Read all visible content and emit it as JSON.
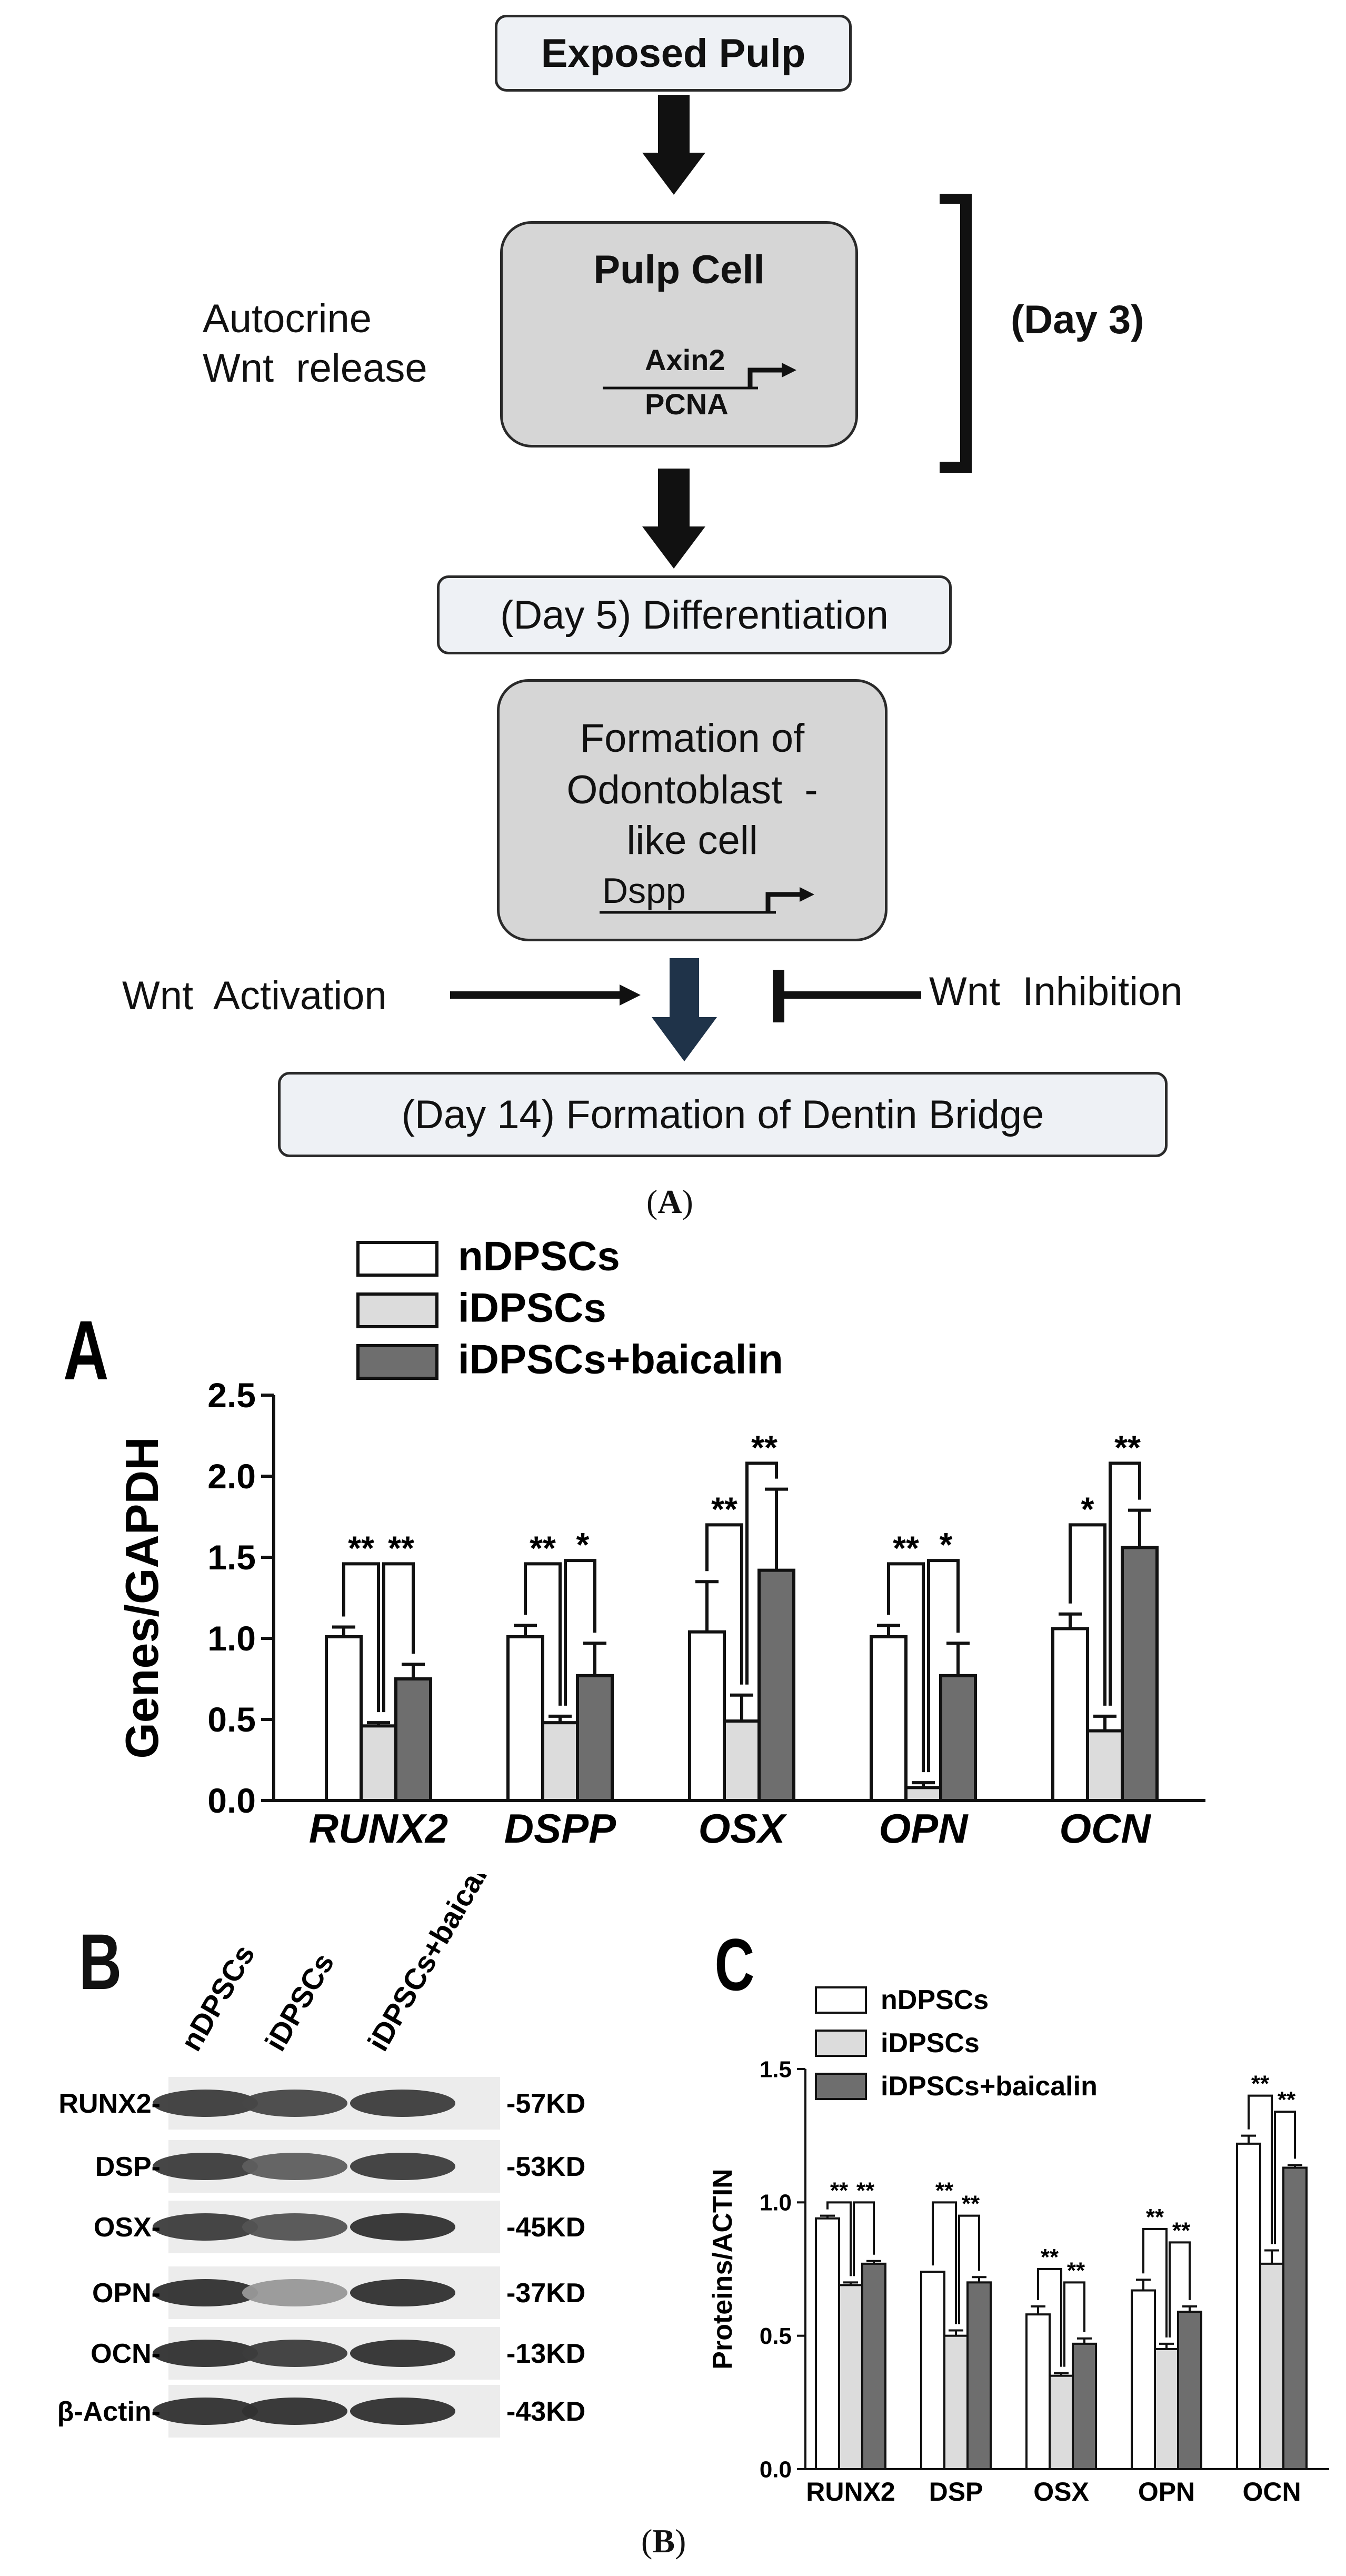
{
  "diagram": {
    "exposed_pulp": "Exposed Pulp",
    "pulp_cell": "Pulp Cell",
    "axin2": "Axin2",
    "pcna": "PCNA",
    "autocrine_line1": "Autocrine",
    "autocrine_line2": "Wnt  release",
    "day3": "(Day 3)",
    "day5": "(Day 5) Differentiation",
    "formation_line1": "Formation of",
    "formation_line2": "Odontoblast  -",
    "formation_line3": "like cell",
    "dspp": "Dspp",
    "wnt_activation": "Wnt  Activation",
    "wnt_inhibition": "Wnt  Inhibition",
    "day14": "(Day 14) Formation of Dentin Bridge",
    "caption_A_open": "(",
    "caption_A_letter": "A",
    "caption_A_close": ")"
  },
  "chart_data": [
    {
      "type": "bar",
      "panel": "A",
      "categories": [
        "RUNX2",
        "DSPP",
        "OSX",
        "OPN",
        "OCN"
      ],
      "series": [
        {
          "name": "nDPSCs",
          "values": [
            1.01,
            1.01,
            1.04,
            1.01,
            1.06
          ],
          "errors": [
            0.06,
            0.07,
            0.31,
            0.07,
            0.09
          ],
          "color": "#ffffff"
        },
        {
          "name": "iDPSCs",
          "values": [
            0.46,
            0.48,
            0.49,
            0.08,
            0.43
          ],
          "errors": [
            0.02,
            0.04,
            0.16,
            0.03,
            0.09
          ],
          "color": "#dcdcdc"
        },
        {
          "name": "iDPSCs+baicalin",
          "values": [
            0.75,
            0.77,
            1.42,
            0.77,
            1.56
          ],
          "errors": [
            0.09,
            0.2,
            0.5,
            0.2,
            0.23
          ],
          "color": "#6e6e6e"
        }
      ],
      "ylabel": "Genes/GAPDH",
      "ylim": [
        0,
        2.5
      ],
      "yticks": [
        "0.0",
        "0.5",
        "1.0",
        "1.5",
        "2.0",
        "2.5"
      ],
      "legend_position": "top",
      "significance": [
        {
          "left": "**",
          "right": "**"
        },
        {
          "left": "**",
          "right": "*"
        },
        {
          "left": "**",
          "right": "**"
        },
        {
          "left": "**",
          "right": "*"
        },
        {
          "left": "*",
          "right": "**"
        }
      ],
      "brackets": [
        {
          "left": 1.46,
          "right": 1.46
        },
        {
          "left": 1.46,
          "right": 1.48
        },
        {
          "left": 1.7,
          "right": 2.08
        },
        {
          "left": 1.46,
          "right": 1.48
        },
        {
          "left": 1.7,
          "right": 2.08
        }
      ]
    },
    {
      "type": "bar",
      "panel": "C",
      "categories": [
        "RUNX2",
        "DSP",
        "OSX",
        "OPN",
        "OCN"
      ],
      "series": [
        {
          "name": "nDPSCs",
          "values": [
            0.94,
            0.74,
            0.58,
            0.67,
            1.22
          ],
          "errors": [
            0.01,
            0.0,
            0.03,
            0.04,
            0.03
          ],
          "color": "#ffffff"
        },
        {
          "name": "iDPSCs",
          "values": [
            0.69,
            0.5,
            0.35,
            0.45,
            0.77
          ],
          "errors": [
            0.01,
            0.02,
            0.01,
            0.02,
            0.05
          ],
          "color": "#dcdcdc"
        },
        {
          "name": "iDPSCs+baicalin",
          "values": [
            0.77,
            0.7,
            0.47,
            0.59,
            1.13
          ],
          "errors": [
            0.01,
            0.02,
            0.02,
            0.02,
            0.01
          ],
          "color": "#6e6e6e"
        }
      ],
      "ylabel": "Proteins/ACTIN",
      "ylim": [
        0,
        1.5
      ],
      "yticks": [
        "0.0",
        "0.5",
        "1.0",
        "1.5"
      ],
      "legend_position": "top-left",
      "significance": [
        {
          "left": "**",
          "right": "**"
        },
        {
          "left": "**",
          "right": "**"
        },
        {
          "left": "**",
          "right": "**"
        },
        {
          "left": "**",
          "right": "**"
        },
        {
          "left": "**",
          "right": "**"
        }
      ],
      "brackets": [
        {
          "left": 1.0,
          "right": 1.0
        },
        {
          "left": 1.0,
          "right": 0.95
        },
        {
          "left": 0.75,
          "right": 0.7
        },
        {
          "left": 0.9,
          "right": 0.85
        },
        {
          "left": 1.4,
          "right": 1.34
        }
      ]
    }
  ],
  "panel_a_letter": "A",
  "panel_b_letter": "B",
  "panel_c_letter": "C",
  "blot": {
    "lanes": [
      "nDPSCs",
      "iDPSCs",
      "iDPSCs+baicalin"
    ],
    "rows": [
      {
        "label": "RUNX2-",
        "size": "-57KD",
        "intensity": [
          0.85,
          0.8,
          0.85
        ]
      },
      {
        "label": "DSP-",
        "size": "-53KD",
        "intensity": [
          0.85,
          0.7,
          0.85
        ]
      },
      {
        "label": "OSX-",
        "size": "-45KD",
        "intensity": [
          0.85,
          0.75,
          0.9
        ]
      },
      {
        "label": "OPN-",
        "size": "-37KD",
        "intensity": [
          0.9,
          0.45,
          0.9
        ]
      },
      {
        "label": "OCN-",
        "size": "-13KD",
        "intensity": [
          0.9,
          0.85,
          0.9
        ]
      },
      {
        "label": "β-Actin-",
        "size": "-43KD",
        "intensity": [
          0.9,
          0.9,
          0.9
        ]
      }
    ]
  },
  "caption_B_open": "(",
  "caption_B_letter": "B",
  "caption_B_close": ")"
}
